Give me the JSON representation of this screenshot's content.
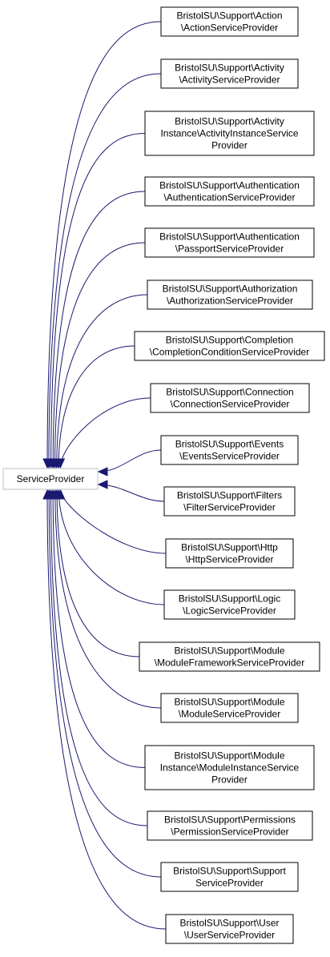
{
  "root": {
    "label": "ServiceProvider"
  },
  "nodes": [
    {
      "id": "action",
      "lines": [
        "BristolSU\\Support\\Action",
        "\\ActionServiceProvider"
      ]
    },
    {
      "id": "activity",
      "lines": [
        "BristolSU\\Support\\Activity",
        "\\ActivityServiceProvider"
      ]
    },
    {
      "id": "activity-instance",
      "lines": [
        "BristolSU\\Support\\Activity",
        "Instance\\ActivityInstanceService",
        "Provider"
      ]
    },
    {
      "id": "authentication",
      "lines": [
        "BristolSU\\Support\\Authentication",
        "\\AuthenticationServiceProvider"
      ]
    },
    {
      "id": "passport",
      "lines": [
        "BristolSU\\Support\\Authentication",
        "\\PassportServiceProvider"
      ]
    },
    {
      "id": "authorization",
      "lines": [
        "BristolSU\\Support\\Authorization",
        "\\AuthorizationServiceProvider"
      ]
    },
    {
      "id": "completion",
      "lines": [
        "BristolSU\\Support\\Completion",
        "\\CompletionConditionServiceProvider"
      ]
    },
    {
      "id": "connection",
      "lines": [
        "BristolSU\\Support\\Connection",
        "\\ConnectionServiceProvider"
      ]
    },
    {
      "id": "events",
      "lines": [
        "BristolSU\\Support\\Events",
        "\\EventsServiceProvider"
      ]
    },
    {
      "id": "filters",
      "lines": [
        "BristolSU\\Support\\Filters",
        "\\FilterServiceProvider"
      ]
    },
    {
      "id": "http",
      "lines": [
        "BristolSU\\Support\\Http",
        "\\HttpServiceProvider"
      ]
    },
    {
      "id": "logic",
      "lines": [
        "BristolSU\\Support\\Logic",
        "\\LogicServiceProvider"
      ]
    },
    {
      "id": "module-framework",
      "lines": [
        "BristolSU\\Support\\Module",
        "\\ModuleFrameworkServiceProvider"
      ]
    },
    {
      "id": "module",
      "lines": [
        "BristolSU\\Support\\Module",
        "\\ModuleServiceProvider"
      ]
    },
    {
      "id": "module-instance",
      "lines": [
        "BristolSU\\Support\\Module",
        "Instance\\ModuleInstanceService",
        "Provider"
      ]
    },
    {
      "id": "permissions",
      "lines": [
        "BristolSU\\Support\\Permissions",
        "\\PermissionServiceProvider"
      ]
    },
    {
      "id": "support",
      "lines": [
        "BristolSU\\Support\\Support",
        "ServiceProvider"
      ]
    },
    {
      "id": "user",
      "lines": [
        "BristolSU\\Support\\User",
        "\\UserServiceProvider"
      ]
    }
  ],
  "colors": {
    "edge": "#191970",
    "root_border": "#bfbfbf",
    "node_border": "#000000"
  }
}
